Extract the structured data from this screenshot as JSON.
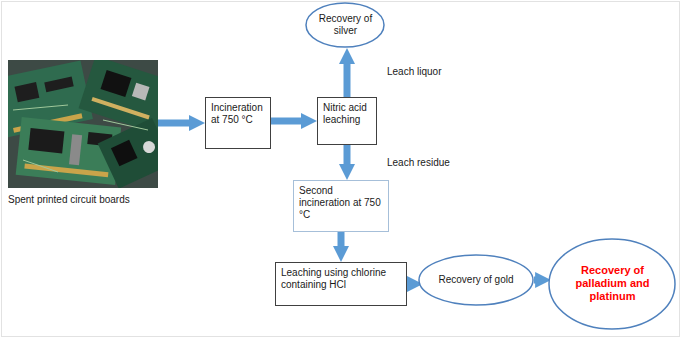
{
  "diagram": {
    "nodes": [
      {
        "text": [
          "Spent printed circuit boards"
        ]
      },
      {
        "text": [
          "Incineration at 750 °C"
        ]
      },
      {
        "text": [
          "Nitric acid leaching"
        ]
      },
      {
        "text": [
          "Recovery of silver"
        ]
      },
      {
        "text": [
          "Second incineration at 750 °C"
        ]
      },
      {
        "text": [
          "Leaching using chlorine containing HCl"
        ]
      },
      {
        "text": [
          "Recovery of gold"
        ]
      },
      {
        "text": [
          "Recovery of palladium and platinum"
        ]
      }
    ],
    "edges": [
      {
        "from": 0,
        "to": 1,
        "arrow": "to"
      },
      {
        "from": 1,
        "to": 2,
        "arrow": "to"
      },
      {
        "from": 2,
        "to": 3,
        "label": "Leach liquor",
        "arrow": "to"
      },
      {
        "from": 2,
        "to": 4,
        "label": "Leach residue",
        "arrow": "to"
      },
      {
        "from": 4,
        "to": 5,
        "arrow": "to"
      },
      {
        "from": 5,
        "to": 6,
        "arrow": "to"
      },
      {
        "from": 6,
        "to": 7,
        "arrow": "to"
      }
    ]
  }
}
